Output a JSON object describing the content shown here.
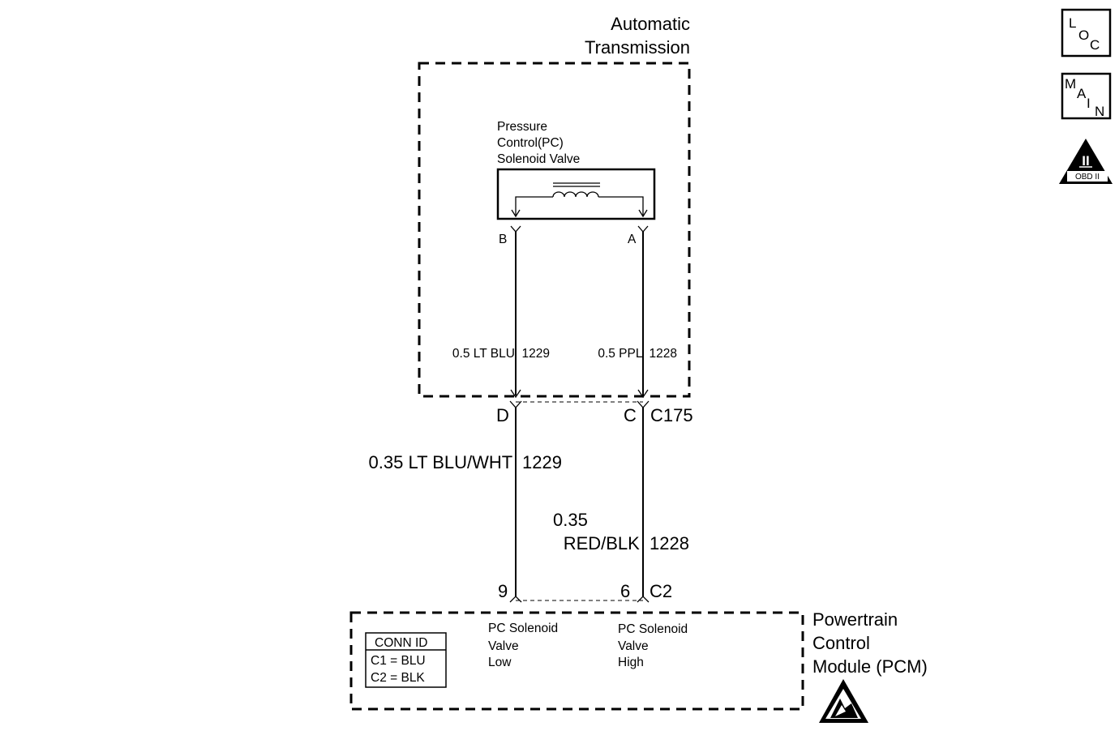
{
  "transmission": {
    "title_line1": "Automatic",
    "title_line2": "Transmission"
  },
  "solenoid": {
    "label_line1": "Pressure",
    "label_line2": "Control(PC)",
    "label_line3": "Solenoid Valve",
    "terminal_b": "B",
    "terminal_a": "A"
  },
  "internal_wires": {
    "left": "0.5 LT BLU  1229",
    "right": "0.5 PPL  1228"
  },
  "connector_c175": {
    "pin_left": "D",
    "pin_right": "C",
    "name": "C175"
  },
  "harness_wires": {
    "left": "0.35 LT BLU/WHT  1229",
    "right_line1": "0.35",
    "right_line2": "RED/BLK  1228"
  },
  "connector_c2": {
    "pin_left": "9",
    "pin_right": "6",
    "name": "C2"
  },
  "pcm": {
    "title_line1": "Powertrain",
    "title_line2": "Control",
    "title_line3": "Module (PCM)",
    "low_line1": "PC Solenoid",
    "low_line2": "Valve",
    "low_line3": "Low",
    "high_line1": "PC Solenoid",
    "high_line2": "Valve",
    "high_line3": "High"
  },
  "conn_id": {
    "header": "CONN ID",
    "row1": "C1 = BLU",
    "row2": "C2 = BLK"
  },
  "nav_icons": {
    "loc_l": "L",
    "loc_o": "O",
    "loc_c": "C",
    "main_m": "M",
    "main_a": "A",
    "main_i": "I",
    "main_n": "N",
    "obd_roman": "II",
    "obd_label": "OBD II"
  },
  "icons": [
    "loc-icon",
    "main-icon",
    "obd-ii-icon",
    "esd-warning-icon"
  ]
}
